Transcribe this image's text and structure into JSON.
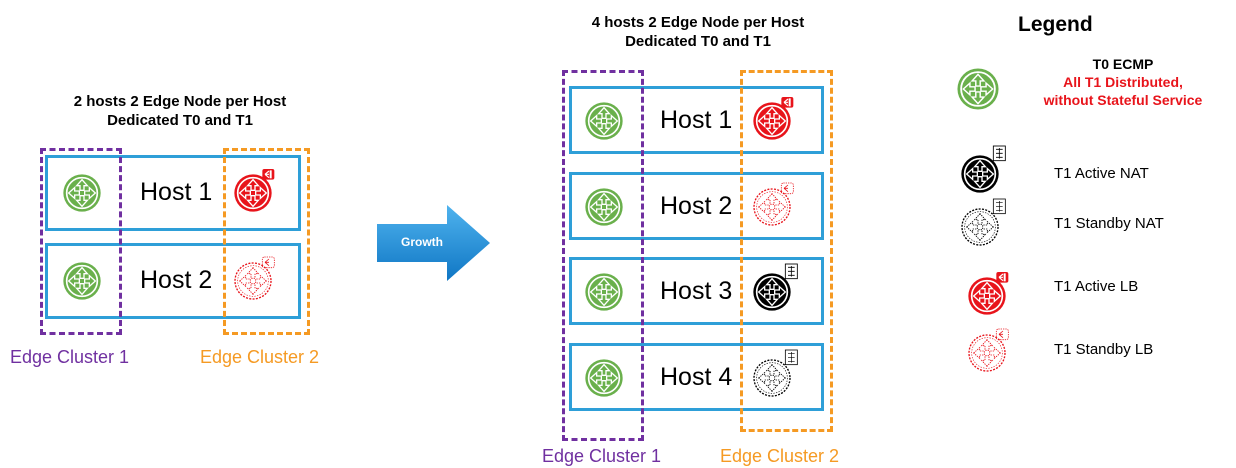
{
  "left": {
    "title_line1": "2 hosts 2 Edge Node per Host",
    "title_line2": "Dedicated T0 and T1",
    "hosts": [
      "Host 1",
      "Host 2"
    ],
    "cluster1": "Edge Cluster 1",
    "cluster2": "Edge Cluster 2"
  },
  "arrow": {
    "label": "Growth"
  },
  "right": {
    "title_line1": "4 hosts 2 Edge Node per Host",
    "title_line2": "Dedicated T0 and T1",
    "hosts": [
      "Host 1",
      "Host 2",
      "Host 3",
      "Host 4"
    ],
    "cluster1": "Edge Cluster 1",
    "cluster2": "Edge Cluster 2"
  },
  "legend": {
    "title": "Legend",
    "t0_line1": "T0 ECMP",
    "t0_line2": "All T1 Distributed,",
    "t0_line3": "without Stateful Service",
    "t1_active_nat": "T1 Active NAT",
    "t1_standby_nat": "T1 Standby NAT",
    "t1_active_lb": "T1 Active LB",
    "t1_standby_lb": "T1 Standby LB"
  },
  "colors": {
    "host_border": "#2e9fd8",
    "cluster1": "#7030a0",
    "cluster2": "#f59a23",
    "t0_green": "#6ab04c",
    "lb_red": "#e8141b",
    "nat_black": "#000000",
    "growth_arrow": "#1a8fd6"
  }
}
